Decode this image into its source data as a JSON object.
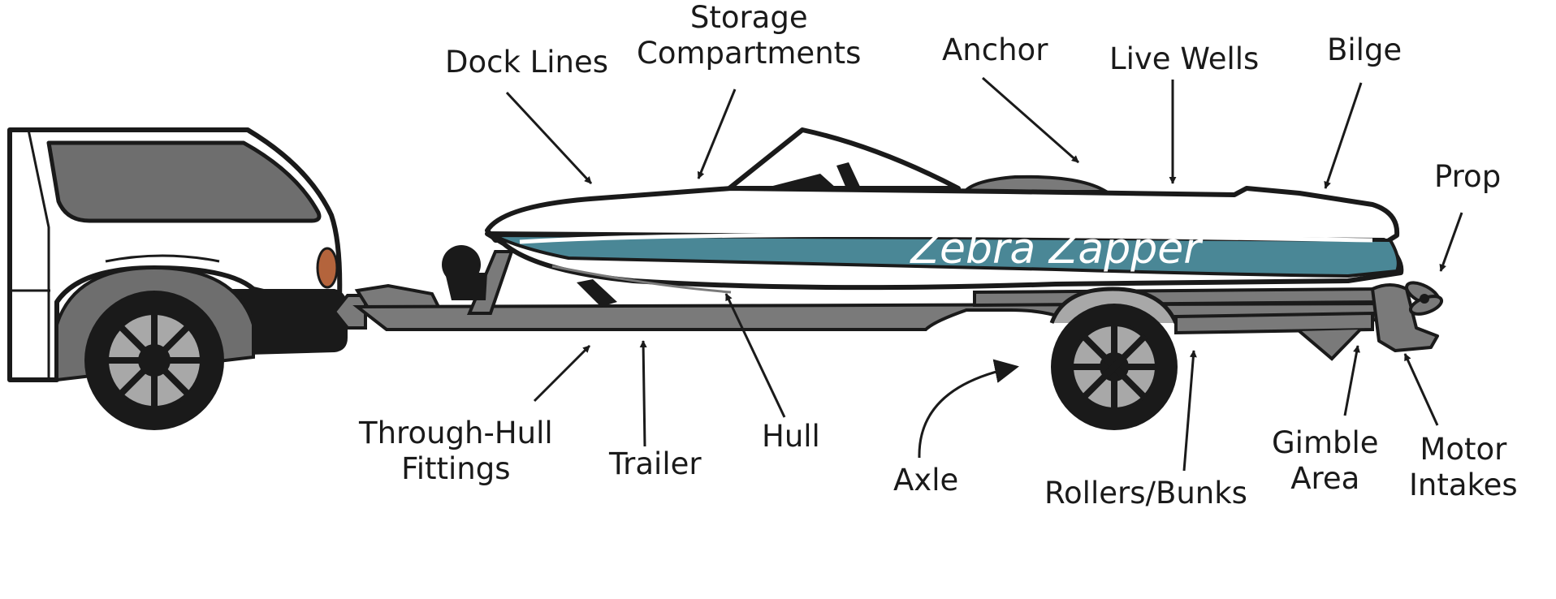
{
  "boat_name": "Zebra Zapper",
  "colors": {
    "hull_stripe": "#4a8796",
    "outline": "#1a1a1a",
    "trailer": "#7a7a7a",
    "wheel_rim": "#a8a8a8",
    "window": "#6e6e6e",
    "taillight": "#b4643c"
  },
  "labels": {
    "dock_lines": "Dock Lines",
    "storage_1": "Storage",
    "storage_2": "Compartments",
    "anchor": "Anchor",
    "live_wells": "Live Wells",
    "bilge": "Bilge",
    "prop": "Prop",
    "through_hull_1": "Through-Hull",
    "through_hull_2": "Fittings",
    "trailer": "Trailer",
    "hull": "Hull",
    "axle": "Axle",
    "rollers": "Rollers/Bunks",
    "gimble_1": "Gimble",
    "gimble_2": "Area",
    "motor_1": "Motor",
    "motor_2": "Intakes"
  }
}
